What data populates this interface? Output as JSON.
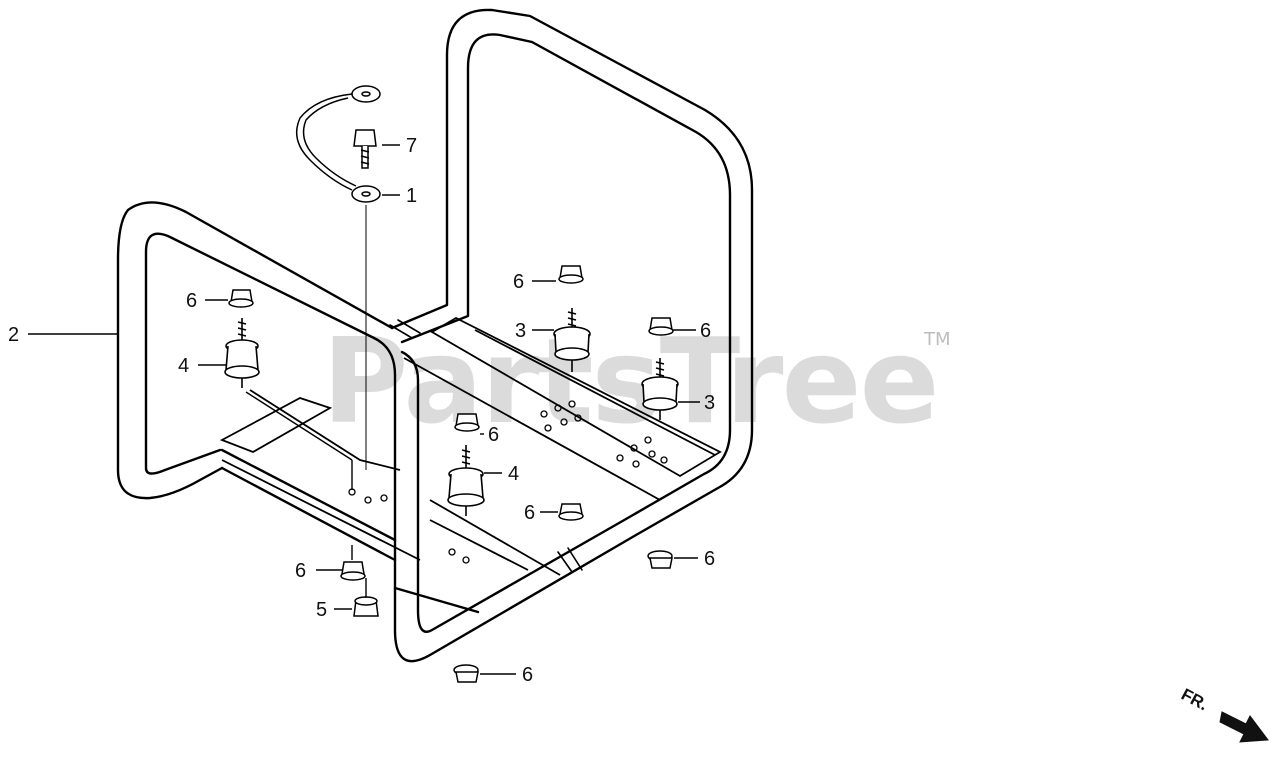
{
  "watermark": {
    "text": "PartsTree",
    "trademark": "TM"
  },
  "direction_marker": {
    "label": "FR."
  },
  "callouts": {
    "p1": "1",
    "p2": "2",
    "p3a": "3",
    "p3b": "3",
    "p4a": "4",
    "p4b": "4",
    "p5": "5",
    "p6a": "6",
    "p6b": "6",
    "p6c": "6",
    "p6d": "6",
    "p6e": "6",
    "p6f": "6",
    "p6g": "6",
    "p6h": "6",
    "p7": "7"
  }
}
